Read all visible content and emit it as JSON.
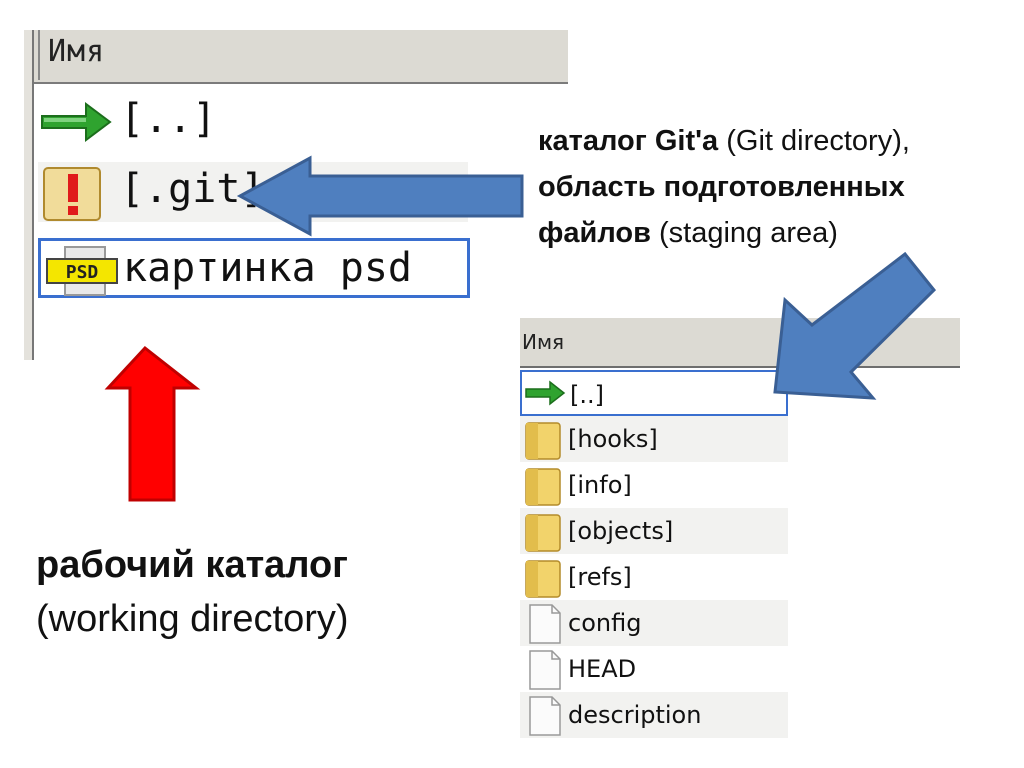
{
  "big_panel": {
    "column_header": "Имя",
    "rows": [
      {
        "label": "[..]",
        "icon": "green-arrow-up-icon"
      },
      {
        "label": "[.git]",
        "icon": "hidden-folder-warning-icon"
      },
      {
        "label": "картинка psd",
        "icon": "psd-file-icon",
        "selected": true
      }
    ]
  },
  "small_panel": {
    "column_header": "Имя",
    "rows": [
      {
        "label": "[..]",
        "icon": "green-arrow-up-icon",
        "selected": true
      },
      {
        "label": "[hooks]",
        "icon": "folder-icon"
      },
      {
        "label": "[info]",
        "icon": "folder-icon"
      },
      {
        "label": "[objects]",
        "icon": "folder-icon"
      },
      {
        "label": "[refs]",
        "icon": "folder-icon"
      },
      {
        "label": "config",
        "icon": "file-icon"
      },
      {
        "label": "HEAD",
        "icon": "file-icon"
      },
      {
        "label": "description",
        "icon": "file-icon"
      }
    ]
  },
  "annotations": {
    "git_dir_bold": "каталог Git'a",
    "git_dir_normal": " (Git directory),",
    "staging_bold_1": "область подготовленных",
    "staging_bold_2": "файлов",
    "staging_normal": " (staging area)",
    "working_bold": "рабочий каталог",
    "working_normal": "(working directory)"
  },
  "psd_badge": "PSD",
  "colors": {
    "blue_arrow": "#4f7fbf",
    "blue_arrow_border": "#3a5f94",
    "red_arrow": "#ff0000",
    "red_arrow_border": "#c00000",
    "selection_border": "#3a6fcf",
    "folder": "#f2d36b",
    "green_arrow": "#2fa32f"
  }
}
